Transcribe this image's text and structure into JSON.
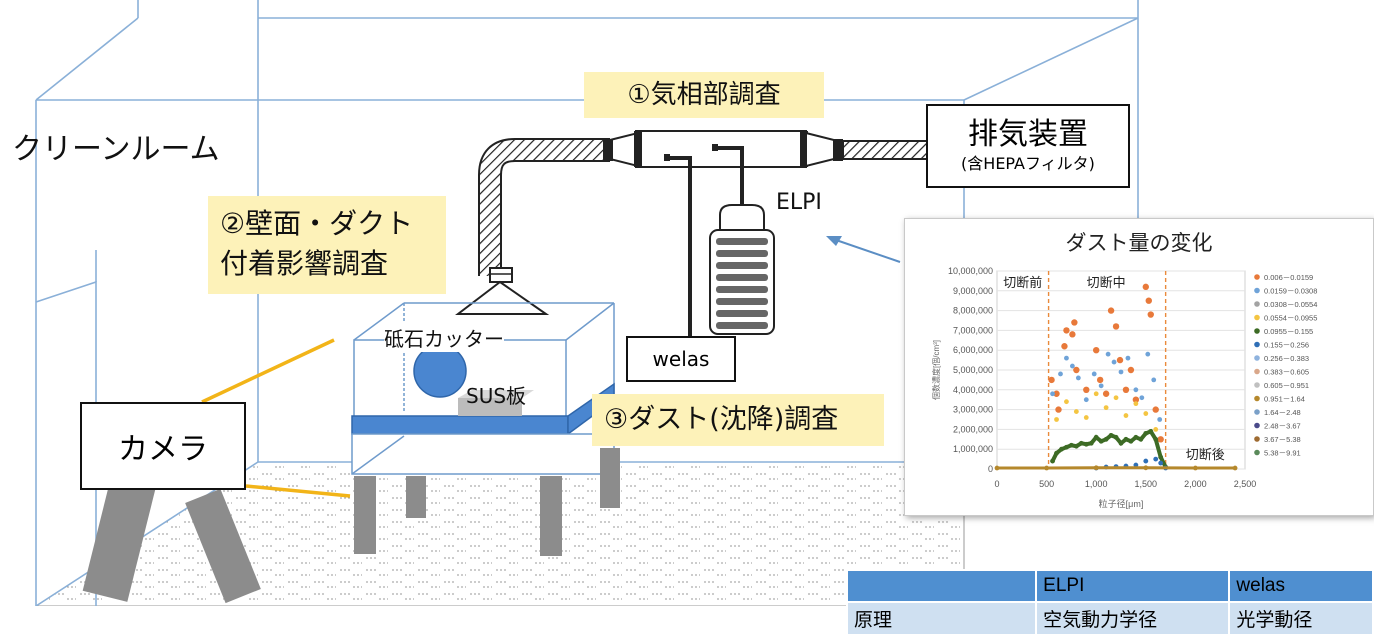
{
  "labels": {
    "clean_room": "クリーンルーム",
    "gas_phase": "①気相部調査",
    "wall_duct_line1": "②壁面・ダクト",
    "wall_duct_line2": "付着影響調査",
    "dust_survey": "③ダスト(沈降)調査",
    "exhaust_title": "排気装置",
    "exhaust_sub": "(含HEPAフィルタ)",
    "elpi": "ELPI",
    "welas": "welas",
    "grinder": "砥石カッター",
    "sus_plate": "SUS板",
    "camera": "カメラ"
  },
  "colors": {
    "room_lines": "#8ab0d8",
    "highlight": "#fdf2b9",
    "table_header": "#4f8fd0",
    "table_body": "#cfe0f1",
    "camera_line": "#f2b418",
    "cutter_disc": "#4a86d0"
  },
  "table": {
    "header": [
      "",
      "ELPI",
      "welas"
    ],
    "row_partial": [
      "原理",
      "空気動力学径",
      "光学動径"
    ]
  },
  "chart_data": {
    "type": "scatter",
    "title": "ダスト量の変化",
    "xlabel": "粒子径[μm]",
    "ylabel": "個数濃度[個/cm³]",
    "xlim": [
      0,
      2500
    ],
    "ylim": [
      0,
      10000000
    ],
    "x_ticks": [
      "0",
      "500",
      "1,000",
      "1,500",
      "2,000",
      "2,500"
    ],
    "y_ticks": [
      "0",
      "1,000,000",
      "2,000,000",
      "3,000,000",
      "4,000,000",
      "5,000,000",
      "6,000,000",
      "7,000,000",
      "8,000,000",
      "9,000,000",
      "10,000,000"
    ],
    "phase_labels": [
      "切断前",
      "切断中",
      "切断後"
    ],
    "phase_boundaries": [
      520,
      1700
    ],
    "legend_position": "right",
    "legend": [
      "0.006－0.0159",
      "0.0159－0.0308",
      "0.0308－0.0554",
      "0.0554－0.0955",
      "0.0955－0.155",
      "0.155－0.256",
      "0.256－0.383",
      "0.383－0.605",
      "0.605－0.951",
      "0.951－1.64",
      "1.64－2.48",
      "2.48－3.67",
      "3.67－5.38",
      "5.38－9.91"
    ],
    "series": [
      {
        "name": "0.006－0.0159",
        "color": "#e8793a",
        "x": [
          550,
          600,
          620,
          680,
          700,
          760,
          780,
          800,
          900,
          1000,
          1040,
          1100,
          1150,
          1200,
          1240,
          1300,
          1350,
          1400,
          1500,
          1530,
          1550,
          1600,
          1650
        ],
        "y": [
          4500000,
          3800000,
          3000000,
          6200000,
          7000000,
          6800000,
          7400000,
          5000000,
          4000000,
          6000000,
          4500000,
          3800000,
          8000000,
          7200000,
          5500000,
          4000000,
          5000000,
          3500000,
          9200000,
          8500000,
          7800000,
          3000000,
          1500000
        ]
      },
      {
        "name": "0.0159－0.0308",
        "color": "#6fa3d8",
        "x": [
          560,
          640,
          700,
          760,
          820,
          900,
          980,
          1050,
          1120,
          1180,
          1250,
          1320,
          1400,
          1460,
          1520,
          1580,
          1640
        ],
        "y": [
          3800000,
          4800000,
          5600000,
          5200000,
          4600000,
          3500000,
          4800000,
          4200000,
          5800000,
          5400000,
          4900000,
          5600000,
          4000000,
          3600000,
          5800000,
          4500000,
          2500000
        ]
      },
      {
        "name": "0.0554－0.0955",
        "color": "#f4c542",
        "x": [
          600,
          700,
          800,
          900,
          1000,
          1100,
          1200,
          1300,
          1400,
          1500,
          1600
        ],
        "y": [
          2500000,
          3400000,
          2900000,
          2600000,
          3800000,
          3100000,
          3600000,
          2700000,
          3300000,
          2800000,
          2000000
        ]
      },
      {
        "name": "0.0955－0.155",
        "color": "#3d6b25",
        "x": [
          560,
          600,
          650,
          700,
          750,
          800,
          850,
          900,
          950,
          1000,
          1050,
          1100,
          1150,
          1200,
          1250,
          1300,
          1350,
          1400,
          1450,
          1500,
          1550,
          1600,
          1650,
          1700
        ],
        "y": [
          400000,
          800000,
          1000000,
          1100000,
          1200000,
          1150000,
          1300000,
          1250000,
          1300000,
          1600000,
          1400000,
          1500000,
          1700000,
          1600000,
          1300000,
          1500000,
          1400000,
          1600000,
          1500000,
          1800000,
          1900000,
          1500000,
          600000,
          100000
        ]
      },
      {
        "name": "0.155－0.256",
        "color": "#2f6fb6",
        "x": [
          1000,
          1100,
          1200,
          1300,
          1400,
          1500,
          1600,
          1650,
          1700
        ],
        "y": [
          50000,
          100000,
          120000,
          150000,
          200000,
          400000,
          500000,
          300000,
          50000
        ]
      },
      {
        "name": "0.951－1.64",
        "color": "#b5882c",
        "x": [
          0,
          500,
          1000,
          1500,
          2000,
          2400
        ],
        "y": [
          50000,
          50000,
          60000,
          60000,
          50000,
          50000
        ]
      }
    ]
  }
}
